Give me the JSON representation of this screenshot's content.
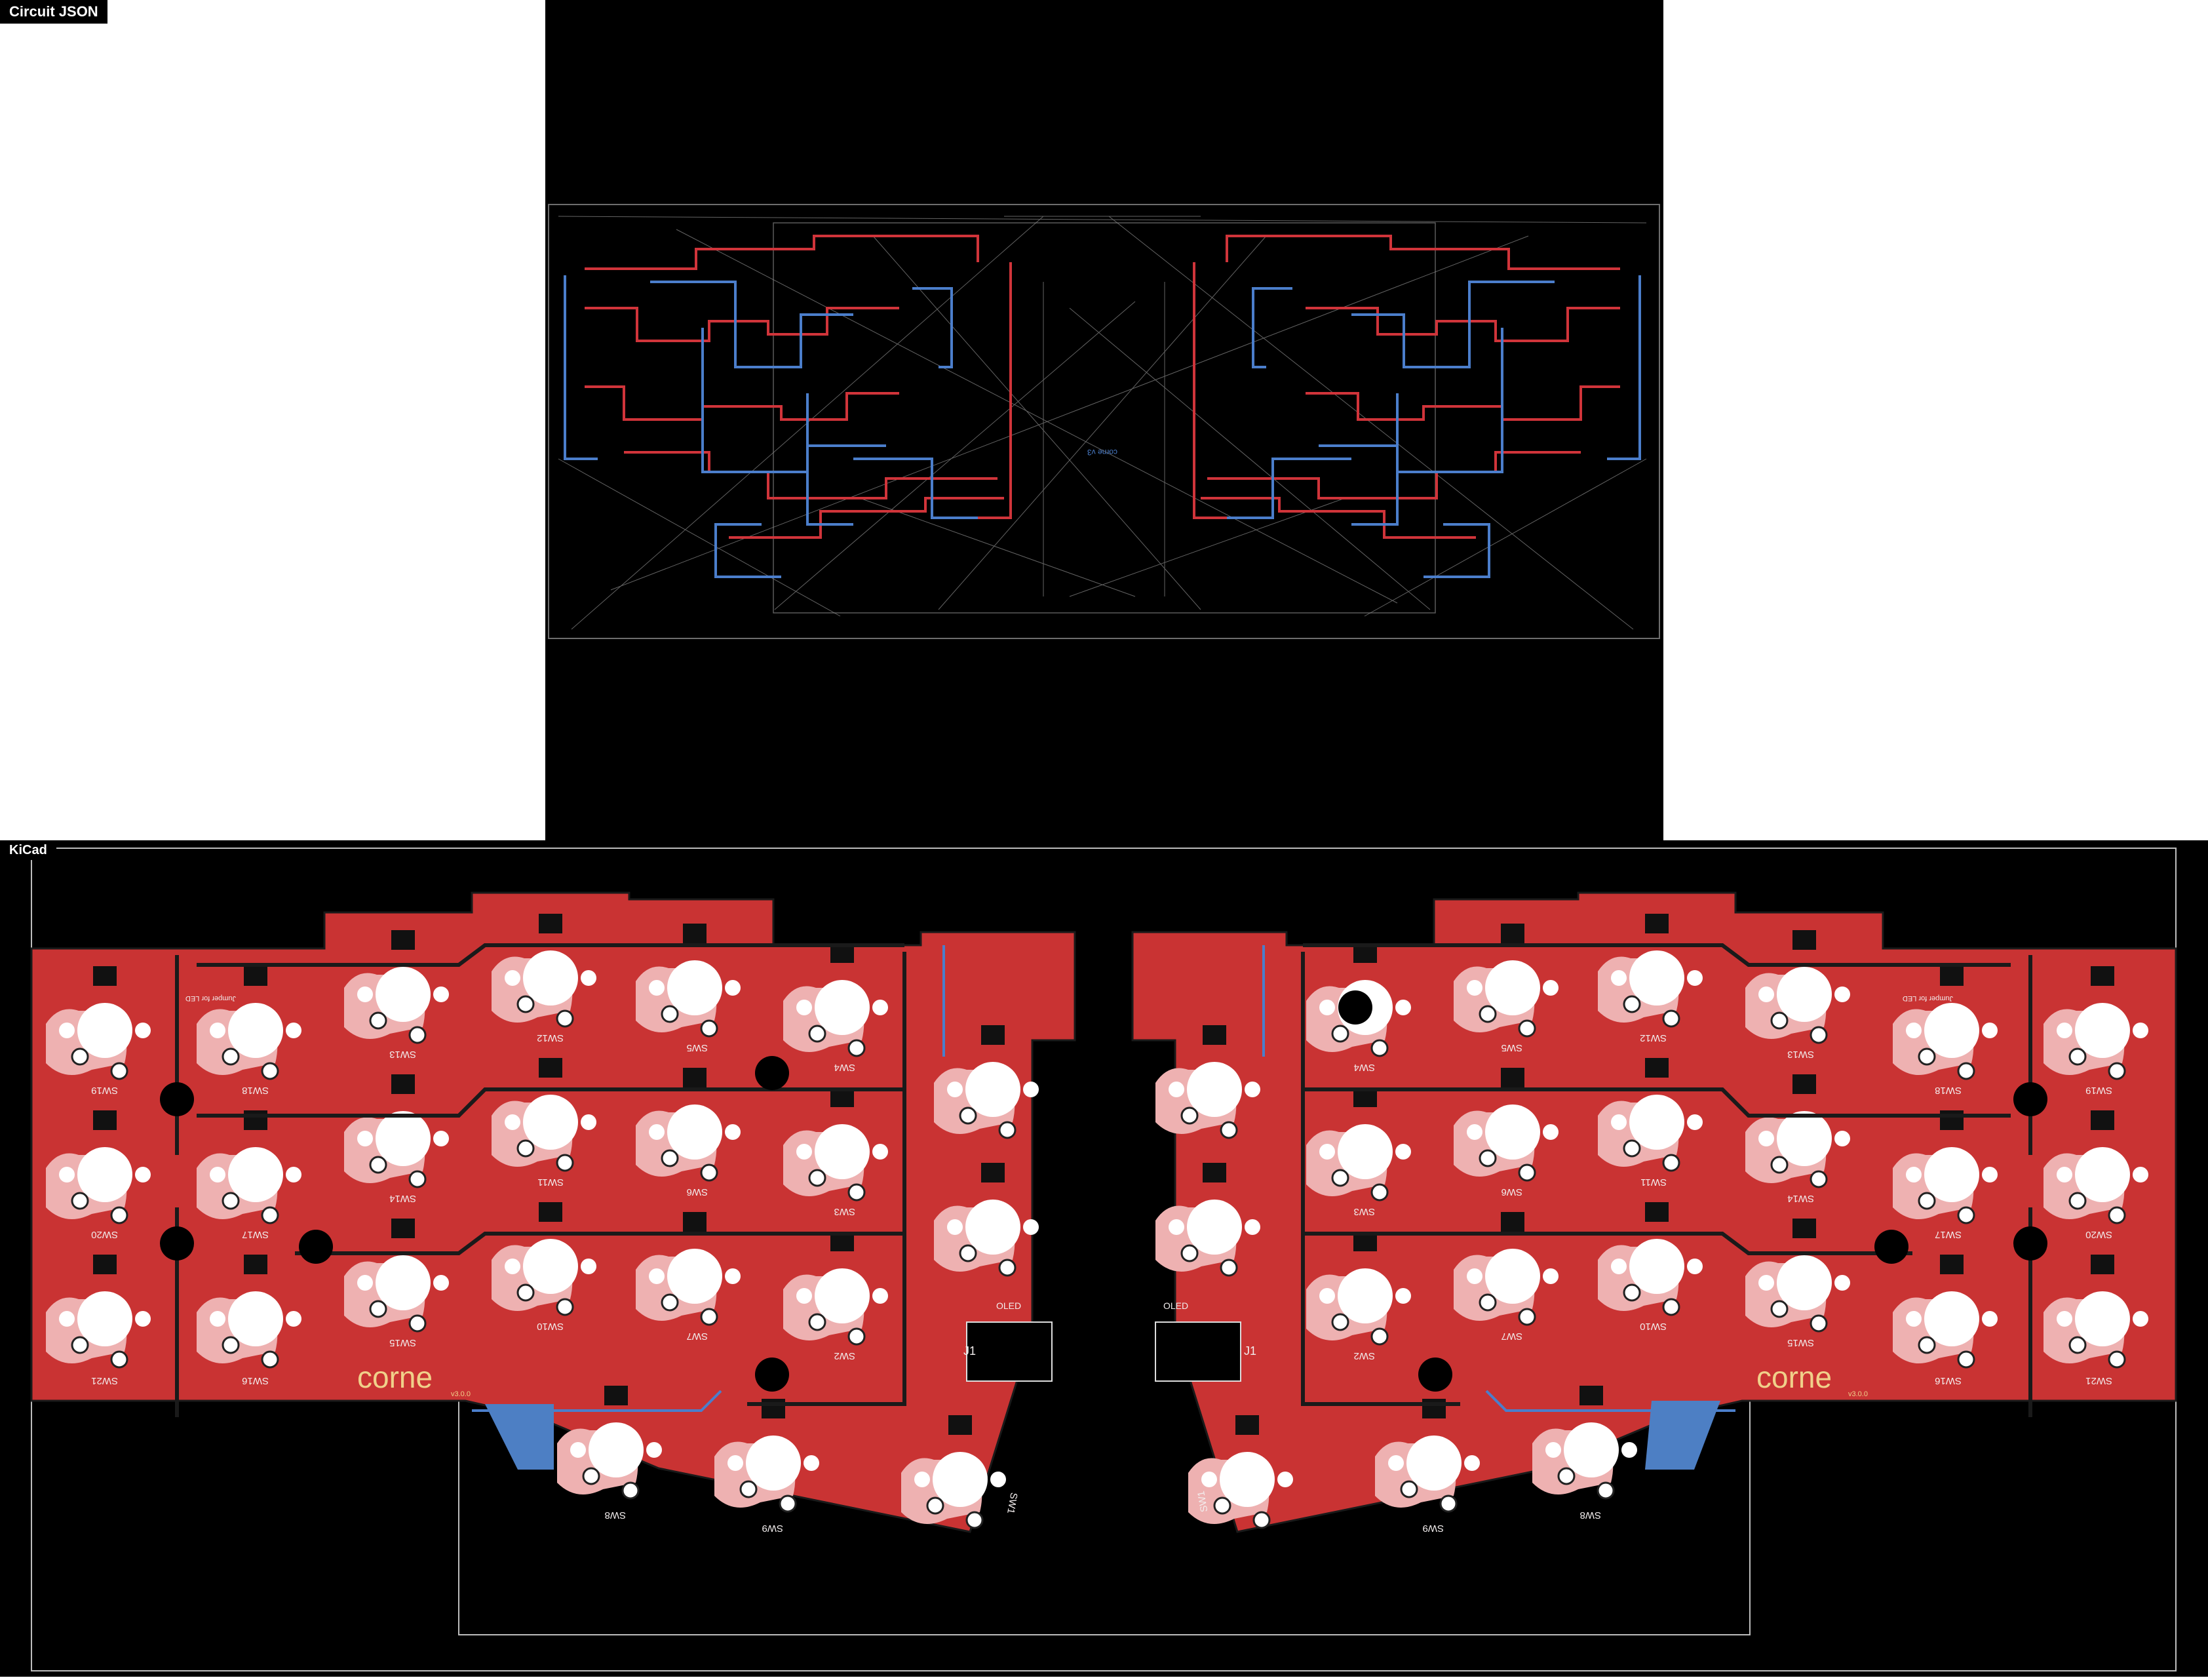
{
  "panels": {
    "top": {
      "label": "Circuit JSON"
    },
    "bottom": {
      "label": "KiCad"
    }
  },
  "board": {
    "logo_text": "corne",
    "version_left": "v3.0.0",
    "version_right": "v3.0.0",
    "jumper_note": "Jumper for LED",
    "left_switches": [
      "SW19",
      "SW18",
      "SW13",
      "SW12",
      "SW5",
      "SW4",
      "SW20",
      "SW17",
      "SW14",
      "SW11",
      "SW6",
      "SW3",
      "SW21",
      "SW16",
      "SW15",
      "SW10",
      "SW7",
      "SW2",
      "SW8",
      "SW9",
      "SW1"
    ],
    "right_switches": [
      "SW4",
      "SW5",
      "SW12",
      "SW13",
      "SW18",
      "SW19",
      "SW3",
      "SW6",
      "SW11",
      "SW14",
      "SW17",
      "SW20",
      "SW2",
      "SW7",
      "SW10",
      "SW15",
      "SW16",
      "SW21",
      "SW1",
      "SW9",
      "SW8"
    ],
    "connector_label": "J1",
    "oled_label": "OLED"
  },
  "colors": {
    "background": "#000000",
    "copper_front": "#c83434",
    "copper_back": "#4d7fc4",
    "silkscreen": "#f2eded",
    "ratsnest": "#9a9a9a",
    "logo": "#f0d08a"
  }
}
